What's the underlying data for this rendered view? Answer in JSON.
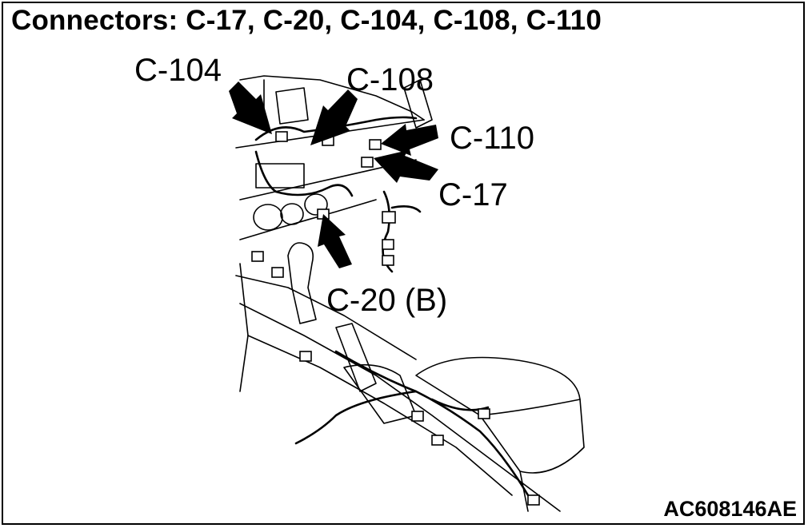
{
  "title": "Connectors: C-17, C-20, C-104, C-108, C-110",
  "callouts": {
    "c104": "C-104",
    "c108": "C-108",
    "c110": "C-110",
    "c17": "C-17",
    "c20": "C-20 (B)"
  },
  "figure_id": "AC608146AE",
  "colors": {
    "line": "#000000",
    "background": "#ffffff"
  }
}
